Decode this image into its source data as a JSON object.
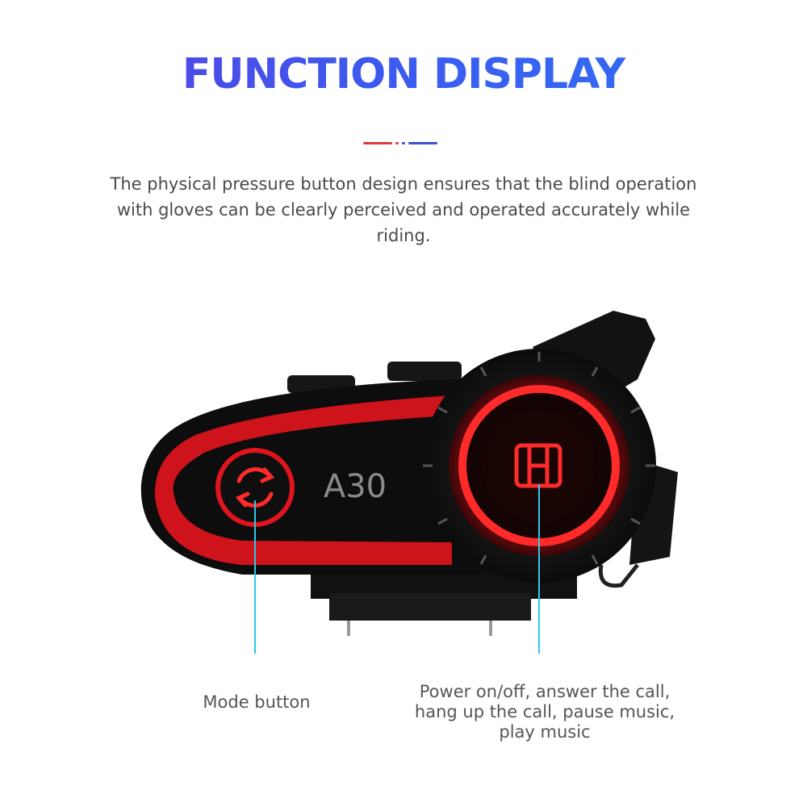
{
  "title": "FUNCTION DISPLAY",
  "colors": {
    "title_start": "#5a3fe0",
    "title_end": "#2f72f5",
    "divider_red": "#e03a3a",
    "divider_blue": "#3b4fd8",
    "led_red": "#ff2a2a",
    "callout_cyan": "#2ec8e8"
  },
  "description": "The physical pressure button design ensures that the blind operation with gloves can be clearly perceived and operated accurately while riding.",
  "device": {
    "model_label": "A30",
    "mode_icon": "refresh-cycle-icon",
    "power_icon": "power-h-logo-icon"
  },
  "callouts": {
    "mode": "Mode button",
    "power_lines": [
      "Power on/off, answer the call,",
      "hang up the call, pause music,",
      "play music"
    ]
  }
}
